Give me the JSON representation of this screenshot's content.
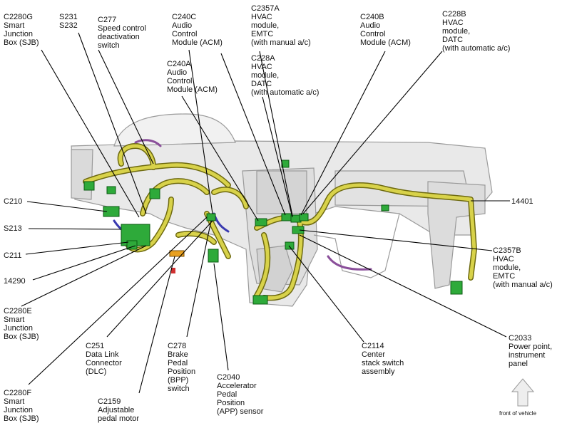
{
  "labels": {
    "c2280g": [
      "C2280G",
      "Smart",
      "Junction",
      "Box (SJB)"
    ],
    "s231": [
      "S231",
      "S232"
    ],
    "c277": [
      "C277",
      "Speed control",
      "deactivation",
      "switch"
    ],
    "c240c": [
      "C240C",
      "Audio",
      "Control",
      "Module (ACM)"
    ],
    "c2357a": [
      "C2357A",
      "HVAC",
      "module,",
      "EMTC",
      "(with manual a/c)"
    ],
    "c240b": [
      "C240B",
      "Audio",
      "Control",
      "Module (ACM)"
    ],
    "c228b": [
      "C228B",
      "HVAC",
      "module,",
      "DATC",
      "(with automatic a/c)"
    ],
    "c240a": [
      "C240A",
      "Audio",
      "Control",
      "Module (ACM)"
    ],
    "c228a": [
      "C228A",
      "HVAC",
      "module,",
      "DATC",
      "(with automatic a/c)"
    ],
    "c210": [
      "C210"
    ],
    "n14401": [
      "14401"
    ],
    "s213": [
      "S213"
    ],
    "c2357b": [
      "C2357B",
      "HVAC",
      "module,",
      "EMTC",
      "(with manual a/c)"
    ],
    "c211": [
      "C211"
    ],
    "n14290": [
      "14290"
    ],
    "c2280e": [
      "C2280E",
      "Smart",
      "Junction",
      "Box (SJB)"
    ],
    "c2033": [
      "C2033",
      "Power point,",
      "instrument",
      "panel"
    ],
    "c2114": [
      "C2114",
      "Center",
      "stack switch",
      "assembly"
    ],
    "c251": [
      "C251",
      "Data Link",
      "Connector",
      "(DLC)"
    ],
    "c278": [
      "C278",
      "Brake",
      "Pedal",
      "Position",
      "(BPP)",
      "switch"
    ],
    "c2040": [
      "C2040",
      "Accelerator",
      "Pedal",
      "Position",
      "(APP) sensor"
    ],
    "c2280f": [
      "C2280F",
      "Smart",
      "Junction",
      "Box (SJB)"
    ],
    "c2159": [
      "C2159",
      "Adjustable",
      "pedal motor"
    ]
  },
  "front_of_vehicle": "front of vehicle",
  "colors": {
    "harness": "#d8d24a",
    "harness_edge": "#6e6a10",
    "connector": "#2eaa3a",
    "connector_edge": "#0b5a12",
    "panel": "#e9e9e9",
    "panel_edge": "#9a9a9a",
    "leader": "#000000"
  }
}
